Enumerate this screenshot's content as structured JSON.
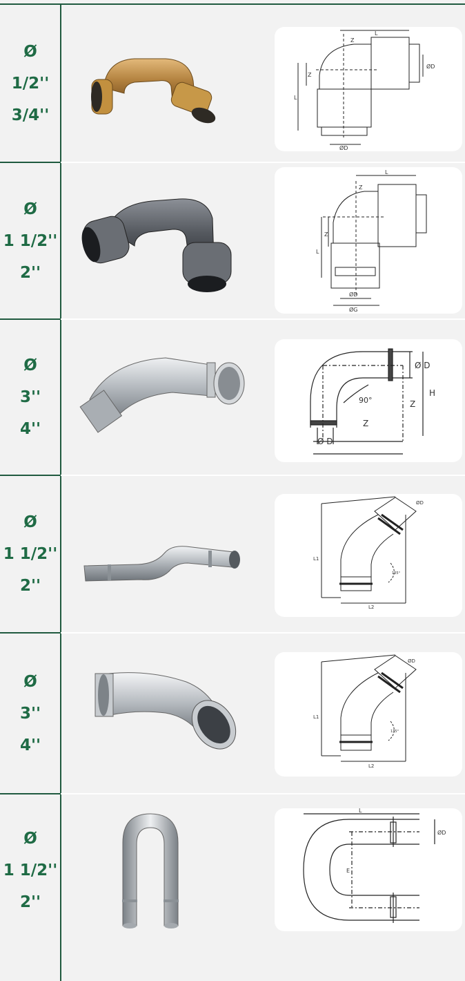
{
  "rows": [
    {
      "sizes": [
        "Ø",
        "1/2''",
        "3/4''"
      ],
      "photo_icon": "brass-elbow-push-fit",
      "drawing": {
        "labels": {
          "l_top": "L",
          "z_top": "Z",
          "z_left": "Z",
          "l_left": "L",
          "d_right": "ØD",
          "d_bottom": "ØD"
        }
      }
    },
    {
      "sizes": [
        "Ø",
        "1 1/2''",
        "2''"
      ],
      "photo_icon": "grey-plastic-elbow",
      "drawing": {
        "labels": {
          "l_top": "L",
          "z_top": "Z",
          "z_left": "Z",
          "l_left": "L",
          "d_bottom": "ØD",
          "g_bottom": "ØG"
        }
      }
    },
    {
      "sizes": [
        "Ø",
        "3''",
        "4''"
      ],
      "photo_icon": "stainless-90-bend",
      "drawing": {
        "labels": {
          "d_right": "Ø D",
          "h_right": "H",
          "z_right": "Z",
          "angle": "90°",
          "z_bottom": "Z",
          "d_bottom": "Ø D"
        }
      }
    },
    {
      "sizes": [
        "Ø",
        "1 1/2''",
        "2''"
      ],
      "photo_icon": "stainless-45-elbow-long",
      "drawing": {
        "labels": {
          "d_top": "ØD",
          "l1": "L1",
          "angle": "135°",
          "l2": "L2"
        }
      }
    },
    {
      "sizes": [
        "Ø",
        "3''",
        "4''"
      ],
      "photo_icon": "stainless-45-elbow",
      "drawing": {
        "labels": {
          "d_top": "ØD",
          "l1": "L1",
          "angle": "135°",
          "l2": "L2"
        }
      }
    },
    {
      "sizes": [
        "Ø",
        "1 1/2''",
        "2''"
      ],
      "photo_icon": "stainless-u-bend",
      "drawing": {
        "labels": {
          "l_top": "L",
          "d_right": "ØD",
          "e_mid": "E"
        }
      }
    }
  ]
}
